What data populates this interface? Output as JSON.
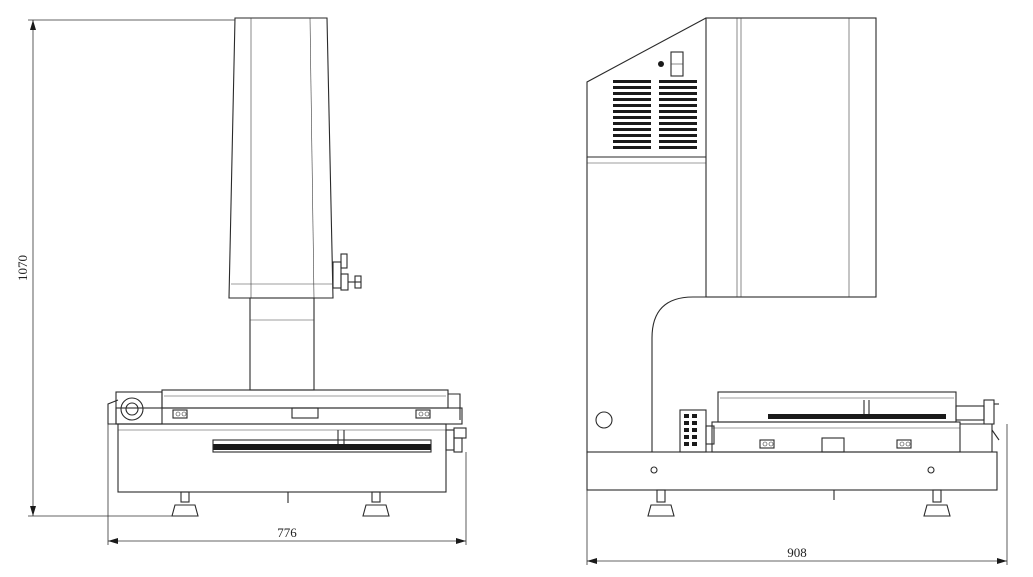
{
  "dimensions": {
    "front_height": "1070",
    "front_width": "776",
    "side_width": "908"
  },
  "colors": {
    "line": "#2a2a2a",
    "background": "#ffffff"
  }
}
